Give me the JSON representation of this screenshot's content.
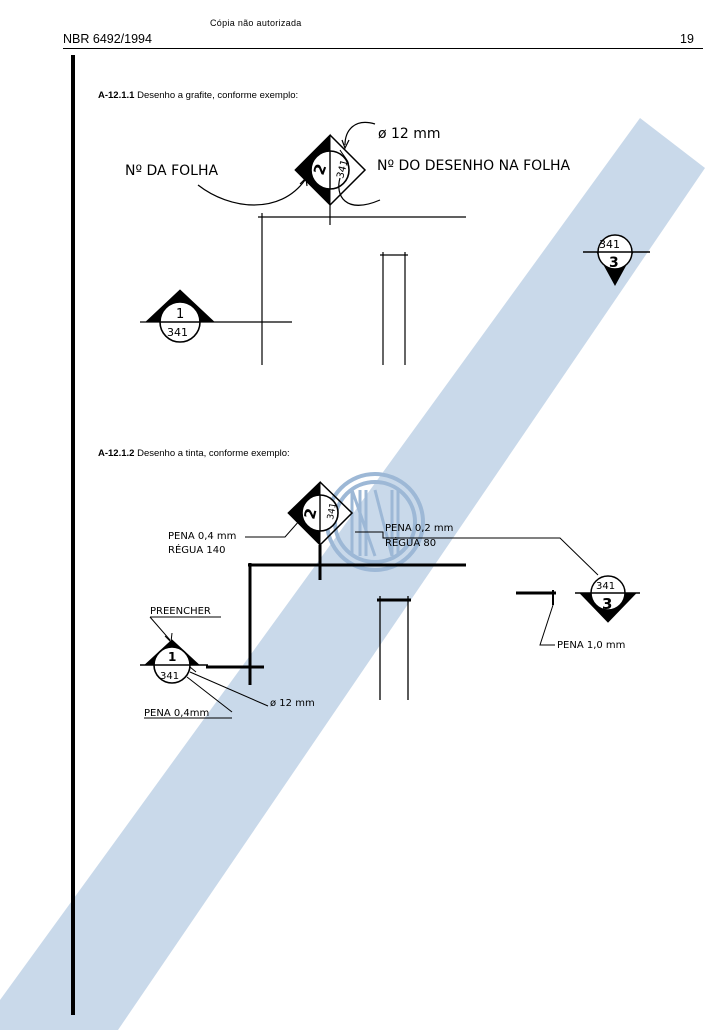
{
  "header": {
    "watermark_note": "Cópia não autorizada",
    "standard_code": "NBR 6492/1994",
    "page_number": "19"
  },
  "section1": {
    "code": "A-12.1.1",
    "text": "Desenho a grafite, conforme exemplo:",
    "labels": {
      "sheet_number": "Nº DA FOLHA",
      "drawing_number": "Nº DO DESENHO NA FOLHA",
      "diameter": "ø 12 mm"
    },
    "symbols": {
      "main_top": "2",
      "main_bottom": "341",
      "right_top": "341",
      "right_bottom": "3",
      "left_top": "1",
      "left_bottom": "341"
    }
  },
  "section2": {
    "code": "A-12.1.2",
    "text": "Desenho a tinta, conforme exemplo:",
    "labels": {
      "pen_04_rule": "PENA  0,4 mm",
      "ruler_140": "RÉGUA  140",
      "pen_02": "PENA  0,2 mm",
      "ruler_80": "RÉGUA  80",
      "fill": "PREENCHER",
      "pen_10": "PENA  1,0 mm",
      "pen_04_bottom": "PENA  0,4mm",
      "diameter": "ø 12 mm"
    },
    "symbols": {
      "main_top": "2",
      "main_bottom": "341",
      "right_top": "341",
      "right_bottom": "3",
      "left_top": "1",
      "left_bottom": "341"
    }
  },
  "colors": {
    "watermark_stripe": "#c9d9ea",
    "watermark_logo": "#9db8d6",
    "ink": "#000000"
  }
}
